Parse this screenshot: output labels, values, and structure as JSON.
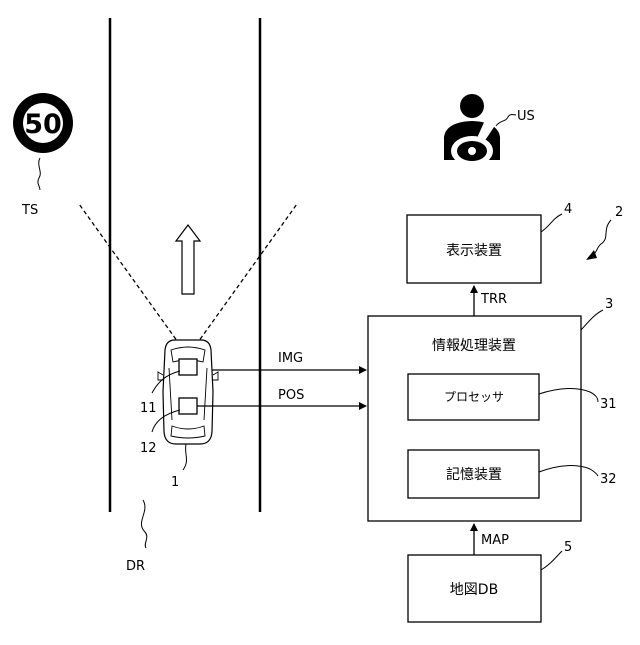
{
  "sign": {
    "speed": "50",
    "label": "TS"
  },
  "road": {
    "label": "DR"
  },
  "vehicle": {
    "label": "1",
    "camera_label": "11",
    "gps_label": "12"
  },
  "signals": {
    "img": "IMG",
    "pos": "POS",
    "trr": "TRR",
    "map": "MAP"
  },
  "user": {
    "label": "US"
  },
  "system": {
    "label": "2"
  },
  "display": {
    "title": "表示装置",
    "label": "4"
  },
  "processing": {
    "title": "情報処理装置",
    "label": "3",
    "processor": {
      "title": "プロセッサ",
      "label": "31"
    },
    "memory": {
      "title": "記憶装置",
      "label": "32"
    }
  },
  "mapdb": {
    "title": "地図DB",
    "label": "5"
  }
}
